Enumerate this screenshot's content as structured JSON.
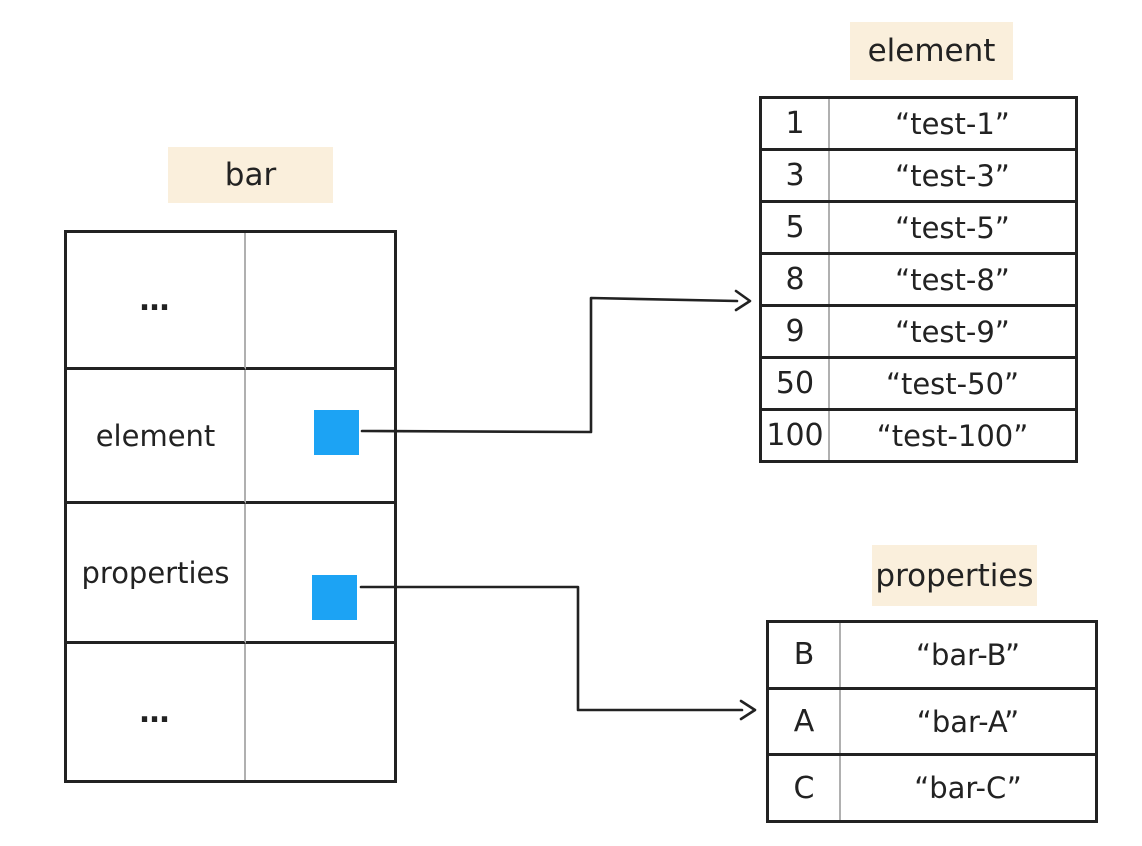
{
  "bar": {
    "label": "bar",
    "rows": [
      {
        "name": "…"
      },
      {
        "name": "element"
      },
      {
        "name": "properties"
      },
      {
        "name": "…"
      }
    ]
  },
  "element_table": {
    "label": "element",
    "rows": [
      {
        "key": "1",
        "value": "“test-1”"
      },
      {
        "key": "3",
        "value": "“test-3”"
      },
      {
        "key": "5",
        "value": "“test-5”"
      },
      {
        "key": "8",
        "value": "“test-8”"
      },
      {
        "key": "9",
        "value": "“test-9”"
      },
      {
        "key": "50",
        "value": "“test-50”"
      },
      {
        "key": "100",
        "value": "“test-100”"
      }
    ]
  },
  "properties_table": {
    "label": "properties",
    "rows": [
      {
        "key": "B",
        "value": "“bar-B”"
      },
      {
        "key": "A",
        "value": "“bar-A”"
      },
      {
        "key": "C",
        "value": "“bar-C”"
      }
    ]
  },
  "colors": {
    "title_bg": "#FAEFDC",
    "pointer_blue": "#1CA3F4",
    "ink": "#222222",
    "grid_gray": "#B0B0B0"
  }
}
